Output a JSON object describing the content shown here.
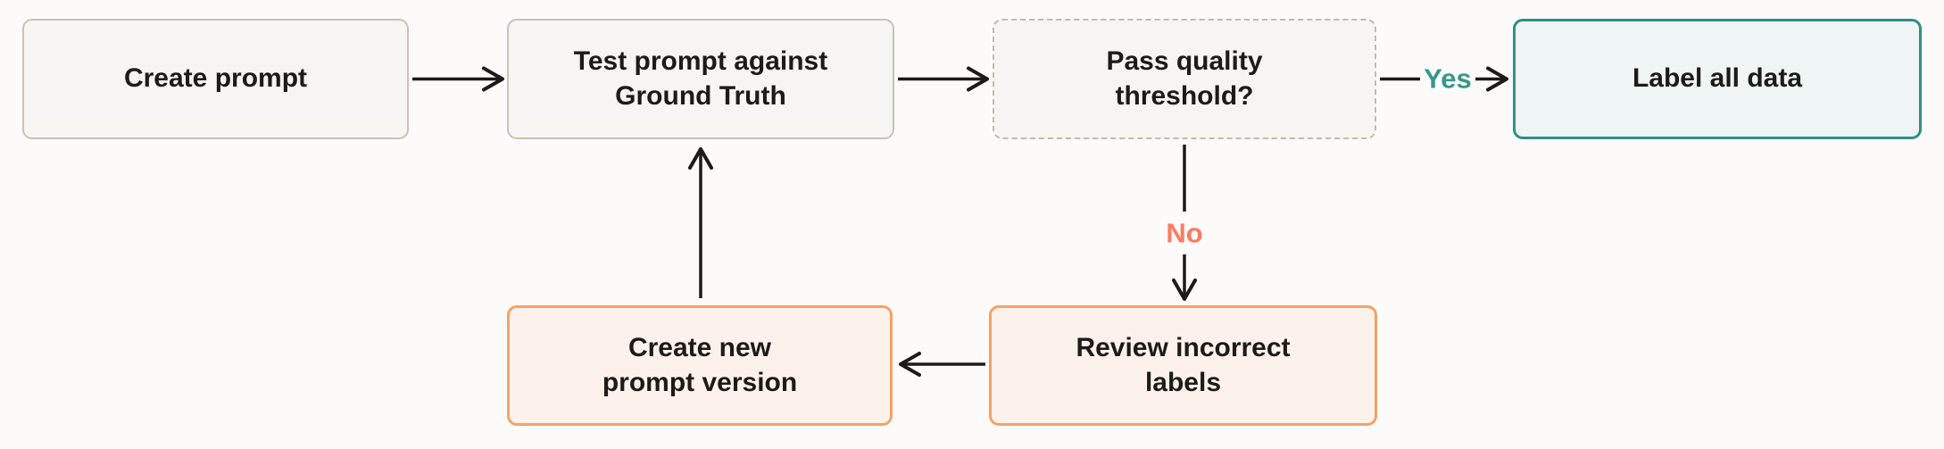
{
  "flowchart": {
    "nodes": {
      "create_prompt": {
        "label": "Create prompt"
      },
      "test_prompt": {
        "label": "Test prompt against\nGround Truth"
      },
      "pass_quality": {
        "label": "Pass quality\nthreshold?"
      },
      "label_all_data": {
        "label": "Label all data"
      },
      "create_new_prompt": {
        "label": "Create new\nprompt version"
      },
      "review_incorrect_labels": {
        "label": "Review incorrect\nlabels"
      }
    },
    "edge_labels": {
      "yes": "Yes",
      "no": "No"
    },
    "colors": {
      "canvas_background": "#FCFBF9",
      "neutral_node_fill": "#F6F5F2",
      "neutral_node_border": "#C9C2B6",
      "decision_node_border_dashed": "#C2BBAD",
      "teal_node_fill": "#EFF5F4",
      "teal_node_border": "#2F8F86",
      "orange_node_fill": "#FDF2EB",
      "orange_node_border": "#F5A266",
      "yes_label_color": "#39968C",
      "no_label_color": "#F97B62",
      "arrow_color": "#1C1B1A"
    }
  }
}
